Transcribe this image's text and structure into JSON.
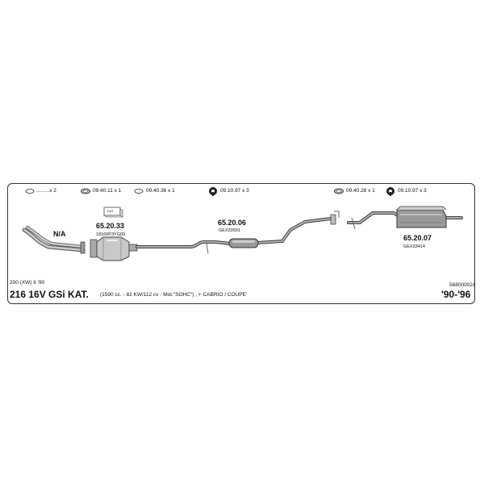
{
  "hardware": [
    {
      "icon": "o-ring-icon",
      "label": ".........x 2"
    },
    {
      "icon": "gasket-ring-icon",
      "label": "09.40.11 x 1"
    },
    {
      "icon": "o-ring-icon",
      "label": "09.40.36 x 1"
    },
    {
      "icon": "bolt-clamp-icon",
      "label": "09.10.97 x 3"
    },
    {
      "icon": "gasket-ring-icon",
      "label": "09.40.28 x 1"
    },
    {
      "icon": "bolt-clamp-icon",
      "label": "09.10.97 x 3"
    }
  ],
  "parts": {
    "front_pipe": {
      "code": "N/A"
    },
    "catalyst": {
      "code": "65.20.33",
      "oem": "18160P3YG00",
      "badge": "KAT"
    },
    "middle": {
      "code": "65.20.06",
      "oem": "GEX33591"
    },
    "rear": {
      "code": "65.20.07",
      "oem": "GEX33414"
    }
  },
  "vehicle": {
    "subtitle": "200 (XW) II '90",
    "model": "216 16V GSi KAT.",
    "details": "(1590 cc. - 82 KW/112 cv - Mot.\"SOHC\") , + CABRIO / COUPE'",
    "ref": "568000024",
    "years": "'90-'96"
  }
}
